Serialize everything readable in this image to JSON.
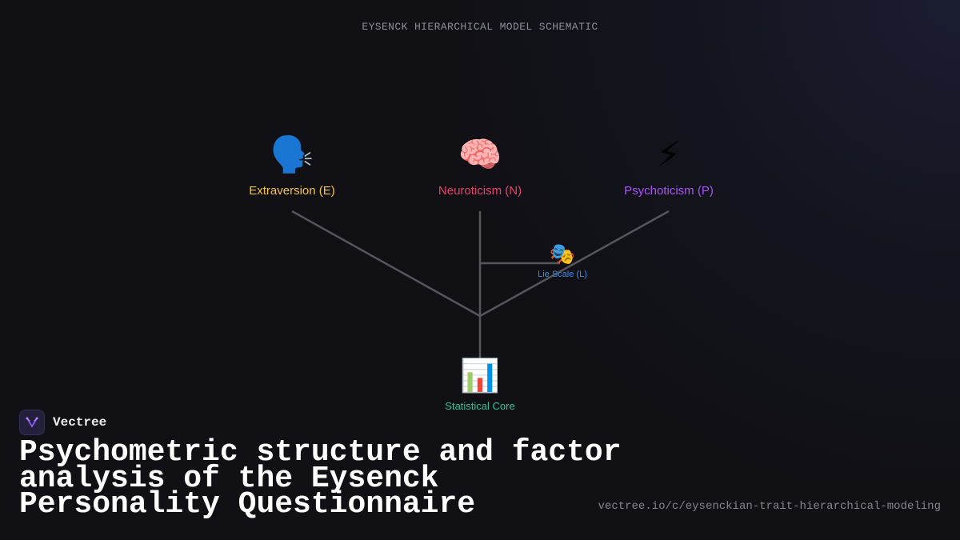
{
  "schematic_title": "EYSENCK HIERARCHICAL MODEL SCHEMATIC",
  "nodes": {
    "extraversion": {
      "icon": "speaking-head-icon",
      "emoji": "🗣️",
      "label": "Extraversion (E)",
      "color": "#f5c542"
    },
    "neuroticism": {
      "icon": "brain-icon",
      "emoji": "🧠",
      "label": "Neuroticism (N)",
      "color": "#e8436c"
    },
    "psychoticism": {
      "icon": "lightning-icon",
      "emoji": "⚡",
      "label": "Psychoticism (P)",
      "color": "#a855f7"
    },
    "lie_scale": {
      "icon": "theater-masks-icon",
      "emoji": "🎭",
      "label": "Lie Scale (L)",
      "color": "#3b8ee8"
    },
    "core": {
      "icon": "bar-chart-icon",
      "emoji": "📊",
      "label": "Statistical Core",
      "color": "#34c39a"
    }
  },
  "connector_color": "#55555c",
  "brand": {
    "name": "Vectree",
    "logo_icon": "vectree-logo-icon",
    "logo_color": "#8b5cf6"
  },
  "headline": "Psychometric structure and factor analysis of the Eysenck Personality Questionnaire",
  "url": "vectree.io/c/eysenckian-trait-hierarchical-modeling"
}
